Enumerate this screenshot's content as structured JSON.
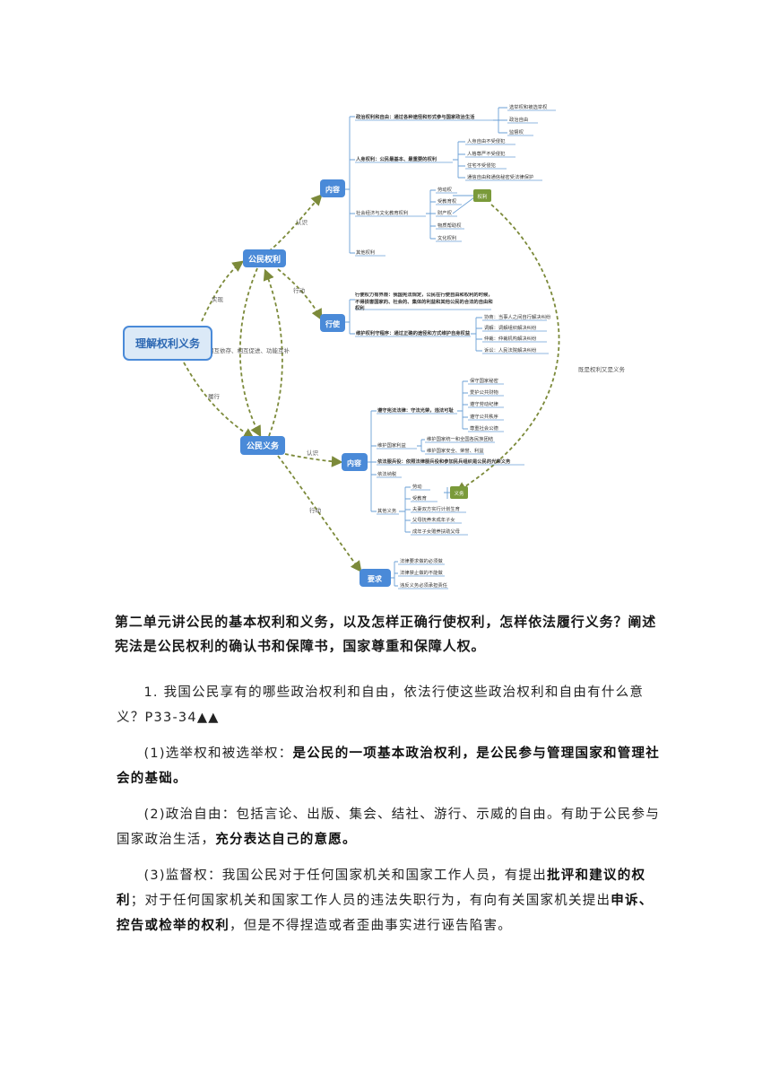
{
  "mindmap": {
    "root": "理解权利义务",
    "rights": {
      "title": "公民权利",
      "content_node": "内容",
      "content_items": [
        {
          "label": "政治权利和自由：通过各种途径和形式参与国家政治生活",
          "subs": [
            "选举权和被选举权",
            "政治自由",
            "监督权"
          ]
        },
        {
          "label": "人身权利：公民最基本、最重要的权利",
          "subs": [
            "人身自由不受侵犯",
            "人格尊严不受侵犯",
            "住宅不受侵犯",
            "通信自由和通信秘密受法律保护"
          ]
        },
        {
          "label": "社会经济与文化教育权利",
          "subs": [
            "劳动权",
            "受教育权",
            "财产权",
            "物质帮助权",
            "文化权利"
          ]
        },
        {
          "label": "其他权利",
          "subs": []
        }
      ],
      "common_tag": "权利",
      "exercise_node": "行使",
      "exercise_items": [
        {
          "label": "行使权力有界限：我国宪法规定，公民在行使自由和权利的时候，不得损害国家的、社会的、集体的利益和其他公民的合法的自由和权利",
          "subs": []
        },
        {
          "label": "维护权利守程序：通过正确的途径和方式维护自身权益",
          "subs": [
            "协商：当事人之间自行解决纠纷",
            "调解：调解组织解决纠纷",
            "仲裁：仲裁机构解决纠纷",
            "诉讼：人民法院解决纠纷"
          ]
        }
      ]
    },
    "duties": {
      "title": "公民义务",
      "content_node": "内容",
      "content_items": [
        {
          "label": "遵守宪法法律：守法光荣，违法可耻",
          "subs": [
            "保守国家秘密",
            "爱护公共财物",
            "遵守劳动纪律",
            "遵守公共秩序",
            "尊重社会公德"
          ]
        },
        {
          "label": "维护国家利益",
          "subs": [
            "维护国家统一和全国各民族团结",
            "维护国家安全、荣誉、利益"
          ]
        },
        {
          "label": "依法服兵役：依照法律服兵役和参加民兵组织是公民的光荣义务",
          "subs": []
        },
        {
          "label": "依法纳税",
          "subs": []
        },
        {
          "label": "其他义务",
          "subs": [
            "劳动",
            "受教育",
            "夫妻双方实行计划生育",
            "父母抚养未成年子女",
            "成年子女赡养扶助父母"
          ]
        }
      ],
      "common_tag": "义务",
      "require_node": "要求",
      "require_items": [
        "法律要求做的必须做",
        "法律禁止做的不能做",
        "违反义务必须承担责任"
      ]
    },
    "edges": {
      "root_rights": "实现",
      "root_duties": "履行",
      "rights_duties": "相互依存、相互促进、功能互补",
      "rights_content": "认识",
      "rights_exercise": "行动",
      "duties_content": "认识",
      "duties_require": "行动",
      "both": "既是权利又是义务"
    }
  },
  "heading": "第二单元讲公民的基本权利和义务，以及怎样正确行使权利，怎样依法履行义务？阐述宪法是公民权利的确认书和保障书，国家尊重和保障人权。",
  "q1": {
    "text": "1. 我国公民享有的哪些政治权利和自由，依法行使这些政治权利和自由有什么意义？P33-34▲▲"
  },
  "p1": {
    "lead": "(1)选举权和被选举权：",
    "bold": "是公民的一项基本政治权利，是公民参与管理国家和管理社会的基础。"
  },
  "p2": {
    "lead": "(2)政治自由：包括言论、出版、集会、结社、游行、示威的自由。有助于公民参与国家政治生活，",
    "bold": "充分表达自己的意愿。"
  },
  "p3": {
    "t1": "(3)监督权：我国公民对于任何国家机关和国家工作人员，有提出",
    "b1": "批评和建议的权利",
    "t2": "；对于任何国家机关和国家工作人员的违法失职行为，有向有关国家机关提出",
    "b2": "申诉、控告或检举的权利",
    "t3": "，但是不得捏造或者歪曲事实进行诬告陷害。"
  },
  "colors": {
    "node": "#4a8ad8",
    "tag": "#7a9a3a",
    "dash": "#7c8a3a",
    "branch": "#6a9fd6"
  }
}
